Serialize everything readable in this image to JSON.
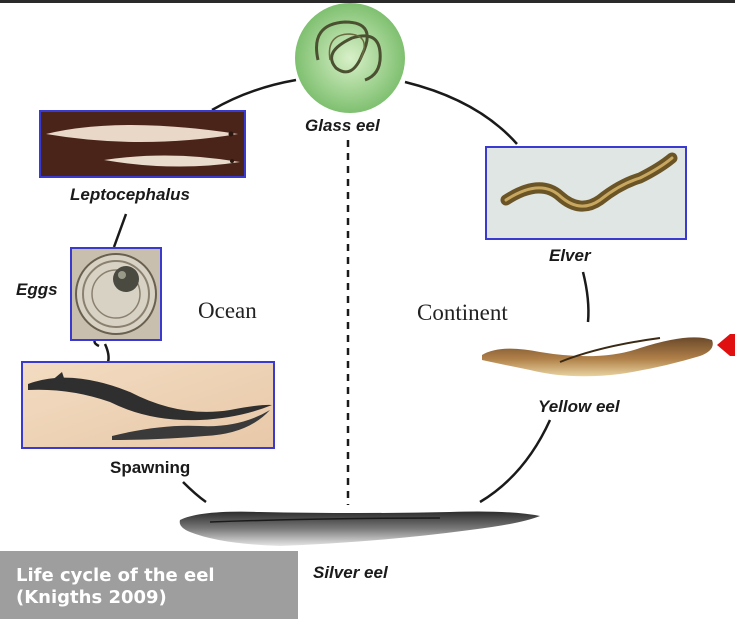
{
  "stages": {
    "glass_eel": "Glass eel",
    "leptocephalus": "Leptocephalus",
    "eggs": "Eggs",
    "spawning": "Spawning",
    "elver": "Elver",
    "yellow_eel": "Yellow eel",
    "silver_eel": "Silver eel"
  },
  "regions": {
    "ocean": "Ocean",
    "continent": "Continent"
  },
  "caption": {
    "line1": "Life cycle of the eel",
    "line2": "(Knigths 2009)"
  },
  "colors": {
    "frame_border": "#3a3ad0",
    "marker": "#e01010",
    "caption_bg": "#9e9e9e"
  }
}
